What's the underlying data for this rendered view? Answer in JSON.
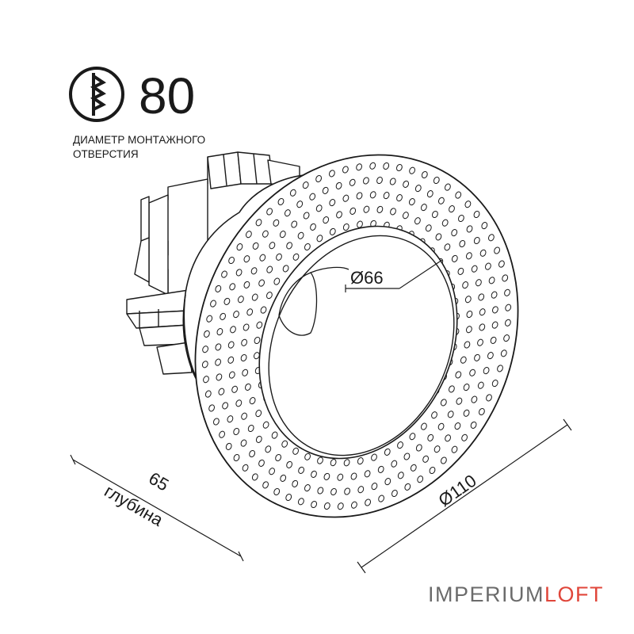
{
  "header": {
    "cutout_icon": "drill-bit-icon",
    "cutout_value": "80",
    "cutout_caption_line1": "ДИАМЕТР МОНТАЖНОГО",
    "cutout_caption_line2": "ОТВЕРСТИЯ"
  },
  "dimensions": {
    "inner_diameter": "Ø66",
    "outer_diameter": "Ø110",
    "depth_value": "65",
    "depth_label": "глубина"
  },
  "brand": {
    "part1": "IMPERIUM",
    "part2": "LOFT",
    "color_part1": "#6b6b6b",
    "color_part2": "#e0463a"
  }
}
